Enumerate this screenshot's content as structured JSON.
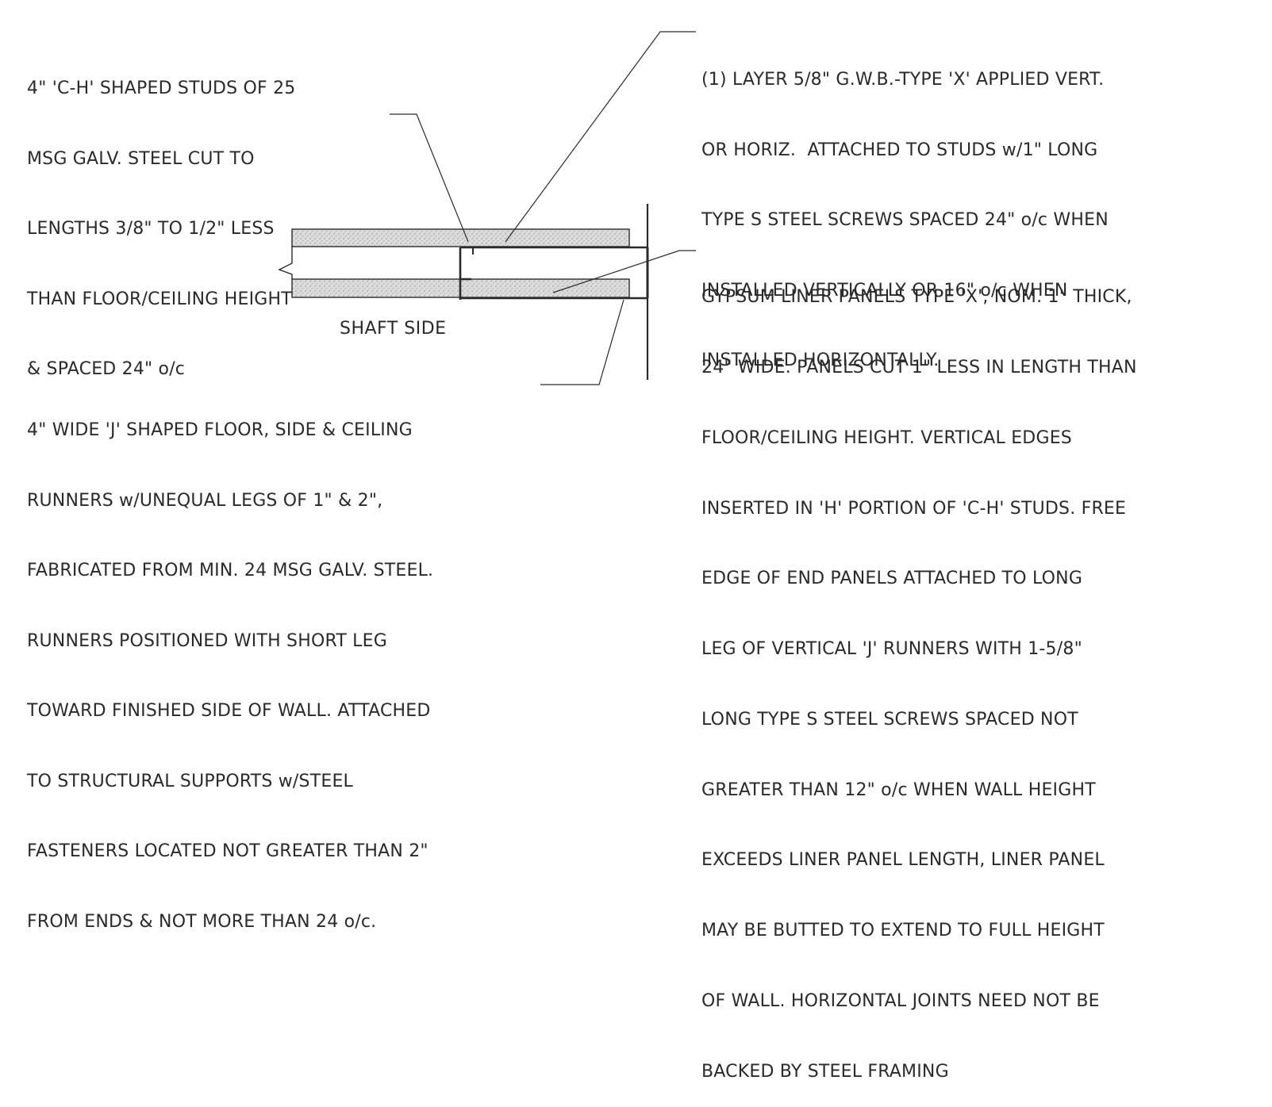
{
  "notes": {
    "studs": {
      "lines": [
        "4\" 'C-H' SHAPED STUDS OF 25",
        "MSG GALV. STEEL CUT TO",
        "LENGTHS 3/8\" TO 1/2\" LESS",
        "THAN FLOOR/CEILING HEIGHT",
        "& SPACED 24\" o/c"
      ]
    },
    "gwb": {
      "lines": [
        "(1) LAYER 5/8\" G.W.B.-TYPE 'X' APPLIED VERT.",
        "OR HORIZ.  ATTACHED TO STUDS w/1\" LONG",
        "TYPE S STEEL SCREWS SPACED 24\" o/c WHEN",
        "INSTALLED VERTICALLY OR 16\" o/c WHEN",
        "INSTALLED HORIZONTALLY."
      ]
    },
    "liner": {
      "lines": [
        "GYPSUM LINER PANELS TYPE 'X', NOM. 1\" THICK,",
        "24\" WIDE. PANELS CUT 1\" LESS IN LENGTH THAN",
        "FLOOR/CEILING HEIGHT. VERTICAL EDGES",
        "INSERTED IN 'H' PORTION OF 'C-H' STUDS. FREE",
        "EDGE OF END PANELS ATTACHED TO LONG",
        "LEG OF VERTICAL 'J' RUNNERS WITH 1-5/8\"",
        "LONG TYPE S STEEL SCREWS SPACED NOT",
        "GREATER THAN 12\" o/c WHEN WALL HEIGHT",
        "EXCEEDS LINER PANEL LENGTH, LINER PANEL",
        "MAY BE BUTTED TO EXTEND TO FULL HEIGHT",
        "OF WALL. HORIZONTAL JOINTS NEED NOT BE",
        "BACKED BY STEEL FRAMING"
      ]
    },
    "runners": {
      "lines": [
        "4\" WIDE 'J' SHAPED FLOOR, SIDE & CEILING",
        "RUNNERS w/UNEQUAL LEGS OF 1\" & 2\",",
        "FABRICATED FROM MIN. 24 MSG GALV. STEEL.",
        "RUNNERS POSITIONED WITH SHORT LEG",
        "TOWARD FINISHED SIDE OF WALL. ATTACHED",
        "TO STRUCTURAL SUPPORTS w/STEEL",
        "FASTENERS LOCATED NOT GREATER THAN 2\"",
        "FROM ENDS & NOT MORE THAN 24 o/c."
      ]
    }
  },
  "labels": {
    "shaft_side": "SHAFT SIDE"
  },
  "colors": {
    "ink": "#2a2a2a",
    "panel_fill": "#d9d9d9"
  }
}
